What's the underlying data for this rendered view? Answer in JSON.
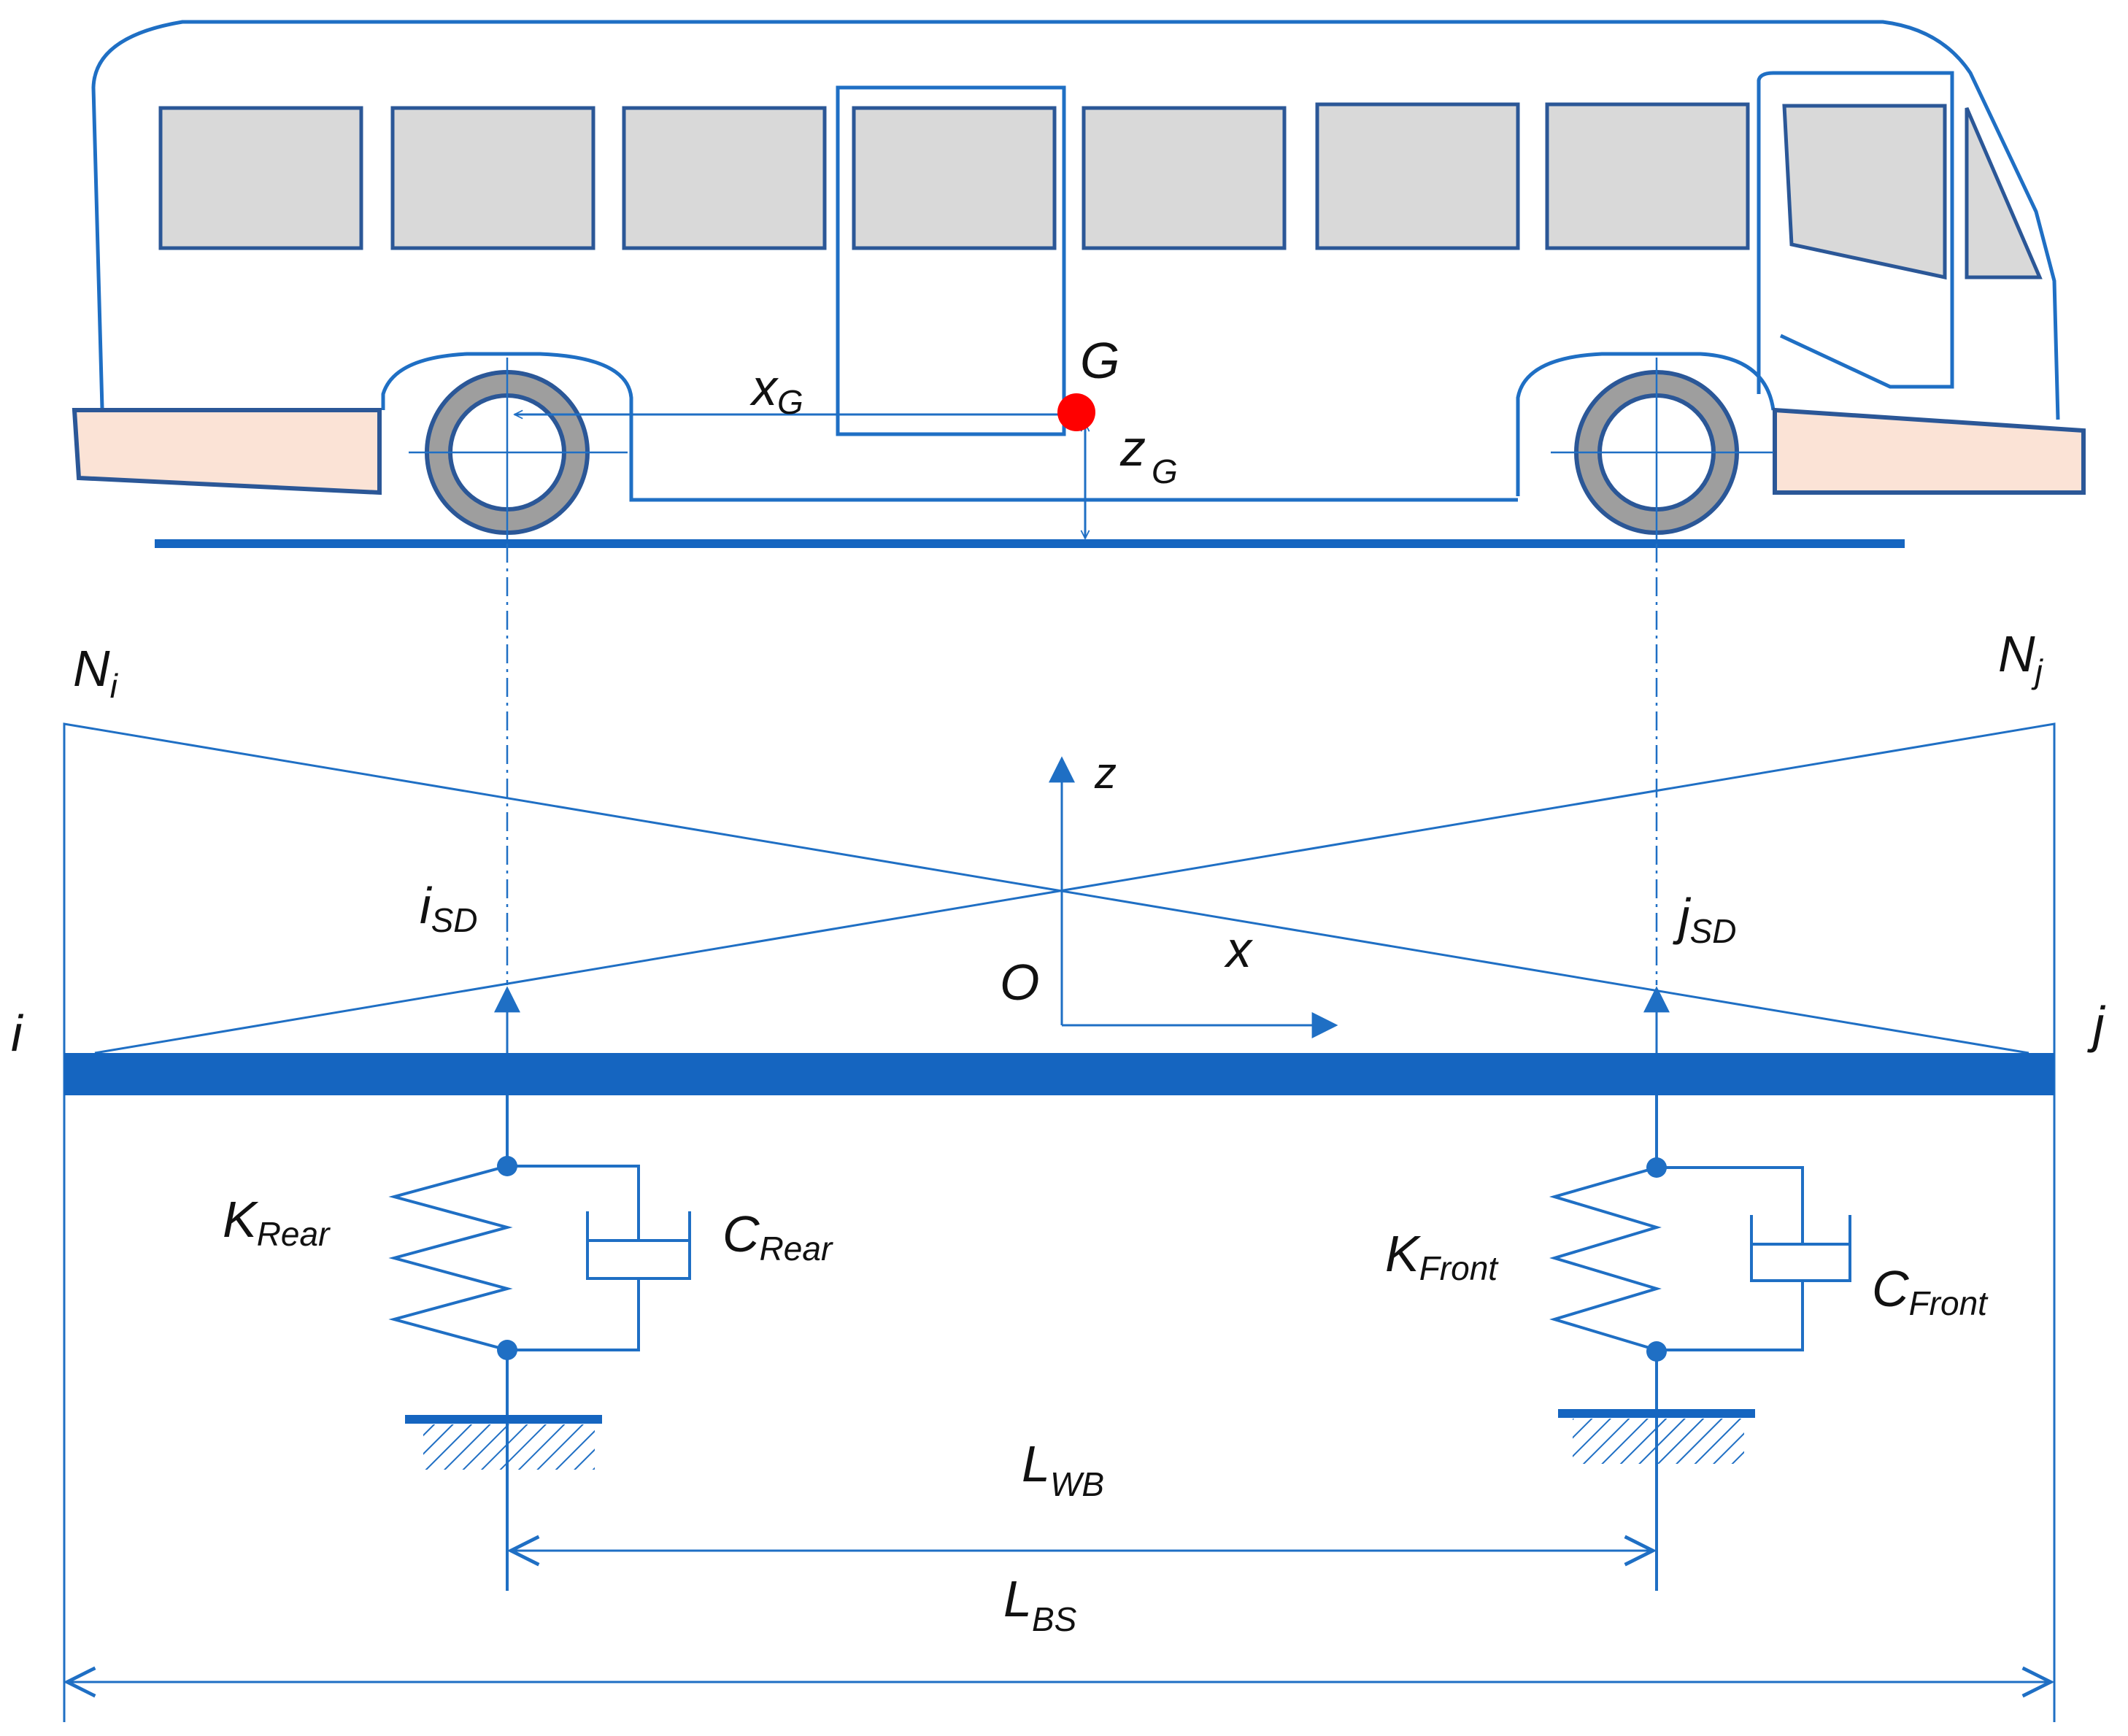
{
  "labels": {
    "g_base": "G",
    "xg_base": "x",
    "xg_sub": "G",
    "zg_base": "z",
    "zg_sub": "G",
    "ni_base": "N",
    "ni_sub": "i",
    "nj_base": "N",
    "nj_sub": "j",
    "z_axis": "z",
    "x_axis": "x",
    "origin": "O",
    "node_i": "i",
    "node_j": "j",
    "isd_base": "i",
    "isd_sub": "SD",
    "jsd_base": "j",
    "jsd_sub": "SD",
    "krear_base": "K",
    "krear_sub": "Rear",
    "crear_base": "C",
    "crear_sub": "Rear",
    "kfront_base": "K",
    "kfront_sub": "Front",
    "cfront_base": "C",
    "cfront_sub": "Front",
    "lwb_base": "L",
    "lwb_sub": "WB",
    "lbs_base": "L",
    "lbs_sub": "BS"
  },
  "colors": {
    "line": "#1f6fc4",
    "beam": "#1565c0",
    "window_fill": "#d9d9d9",
    "window_stroke": "#2b5797",
    "bumper_fill": "#fbe3d6",
    "tire": "#9e9e9e",
    "cog": "#ff0000",
    "text": "#111111"
  }
}
